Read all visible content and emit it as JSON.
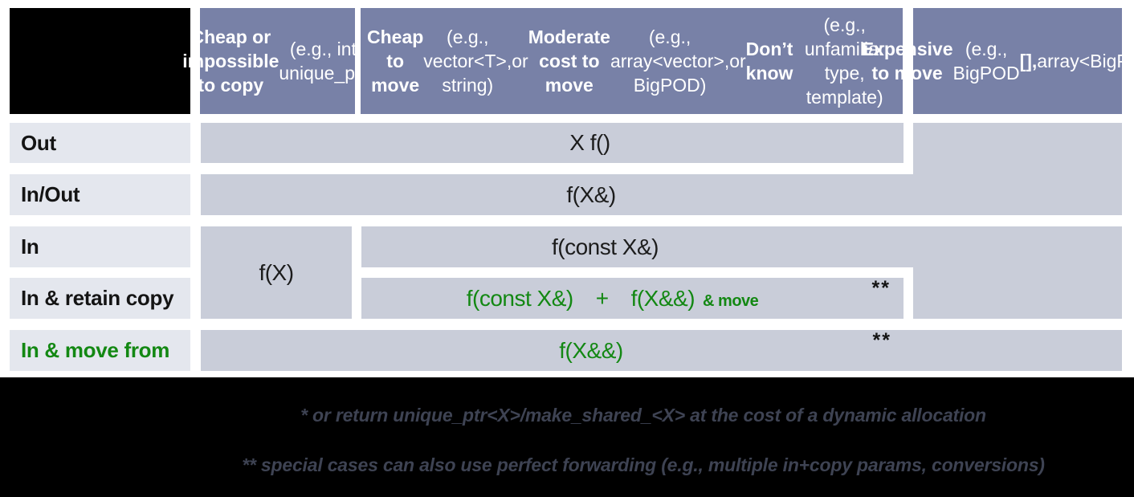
{
  "slide": {
    "colors": {
      "header_bg": "#7881a7",
      "cell_bg": "#c9cdd9",
      "row_label_bg": "#e4e7ee",
      "accent_green": "#138813",
      "footnote_text": "#3e4353",
      "footer_bg": "#000000",
      "header_text": "#ffffff"
    },
    "header": {
      "columns": [
        {
          "name": "cheap-or-impossible-to-copy",
          "segments": [
            {
              "t": "Cheap or impossible to copy",
              "b": true
            },
            {
              "t": " (e.g., int, unique_ptr)"
            }
          ]
        },
        {
          "name": "cheap-moderate-or-unknown-move",
          "segments": [
            {
              "t": "Cheap to move",
              "b": true
            },
            {
              "t": " (e.g., vector<T>, string)"
            },
            {
              "br": true
            },
            {
              "t": "or "
            },
            {
              "t": "Moderate cost to move",
              "b": true
            },
            {
              "t": " (e.g., array<vector>, BigPOD)"
            },
            {
              "br": true
            },
            {
              "t": "or "
            },
            {
              "t": "Don’t know",
              "b": true
            },
            {
              "t": " (e.g., unfamiliar type, template)"
            }
          ]
        },
        {
          "name": "expensive-to-move",
          "segments": [
            {
              "t": "Expensive to move",
              "b": true
            },
            {
              "br": true
            },
            {
              "t": "(e.g., BigPOD"
            },
            {
              "t": "[],",
              "b": true
            },
            {
              "br": true
            },
            {
              "t": "array<BigPOD>)"
            }
          ]
        }
      ]
    },
    "rows": [
      {
        "label": "Out"
      },
      {
        "label": "In/Out"
      },
      {
        "label": "In"
      },
      {
        "label": "In & retain copy"
      },
      {
        "label": "In & move from"
      }
    ],
    "cells": {
      "out_return": "X f()",
      "inout_ref": "f(X&)",
      "in_by_value": "f(X)",
      "in_const_ref": "f(const X&)",
      "in_retain_segments": [
        {
          "t": "f(const X&)"
        },
        {
          "t": "+",
          "cls": "plus"
        },
        {
          "t": "f(X&&)"
        },
        {
          "t": "& move",
          "cls": "small"
        }
      ],
      "in_retain_note": "**",
      "in_move_from": "f(X&&)",
      "in_move_note": "**"
    },
    "footnotes": [
      "* or return unique_ptr<X>/make_shared_<X> at the cost of a dynamic allocation",
      "** special cases can also use perfect forwarding (e.g., multiple in+copy params, conversions)"
    ]
  }
}
